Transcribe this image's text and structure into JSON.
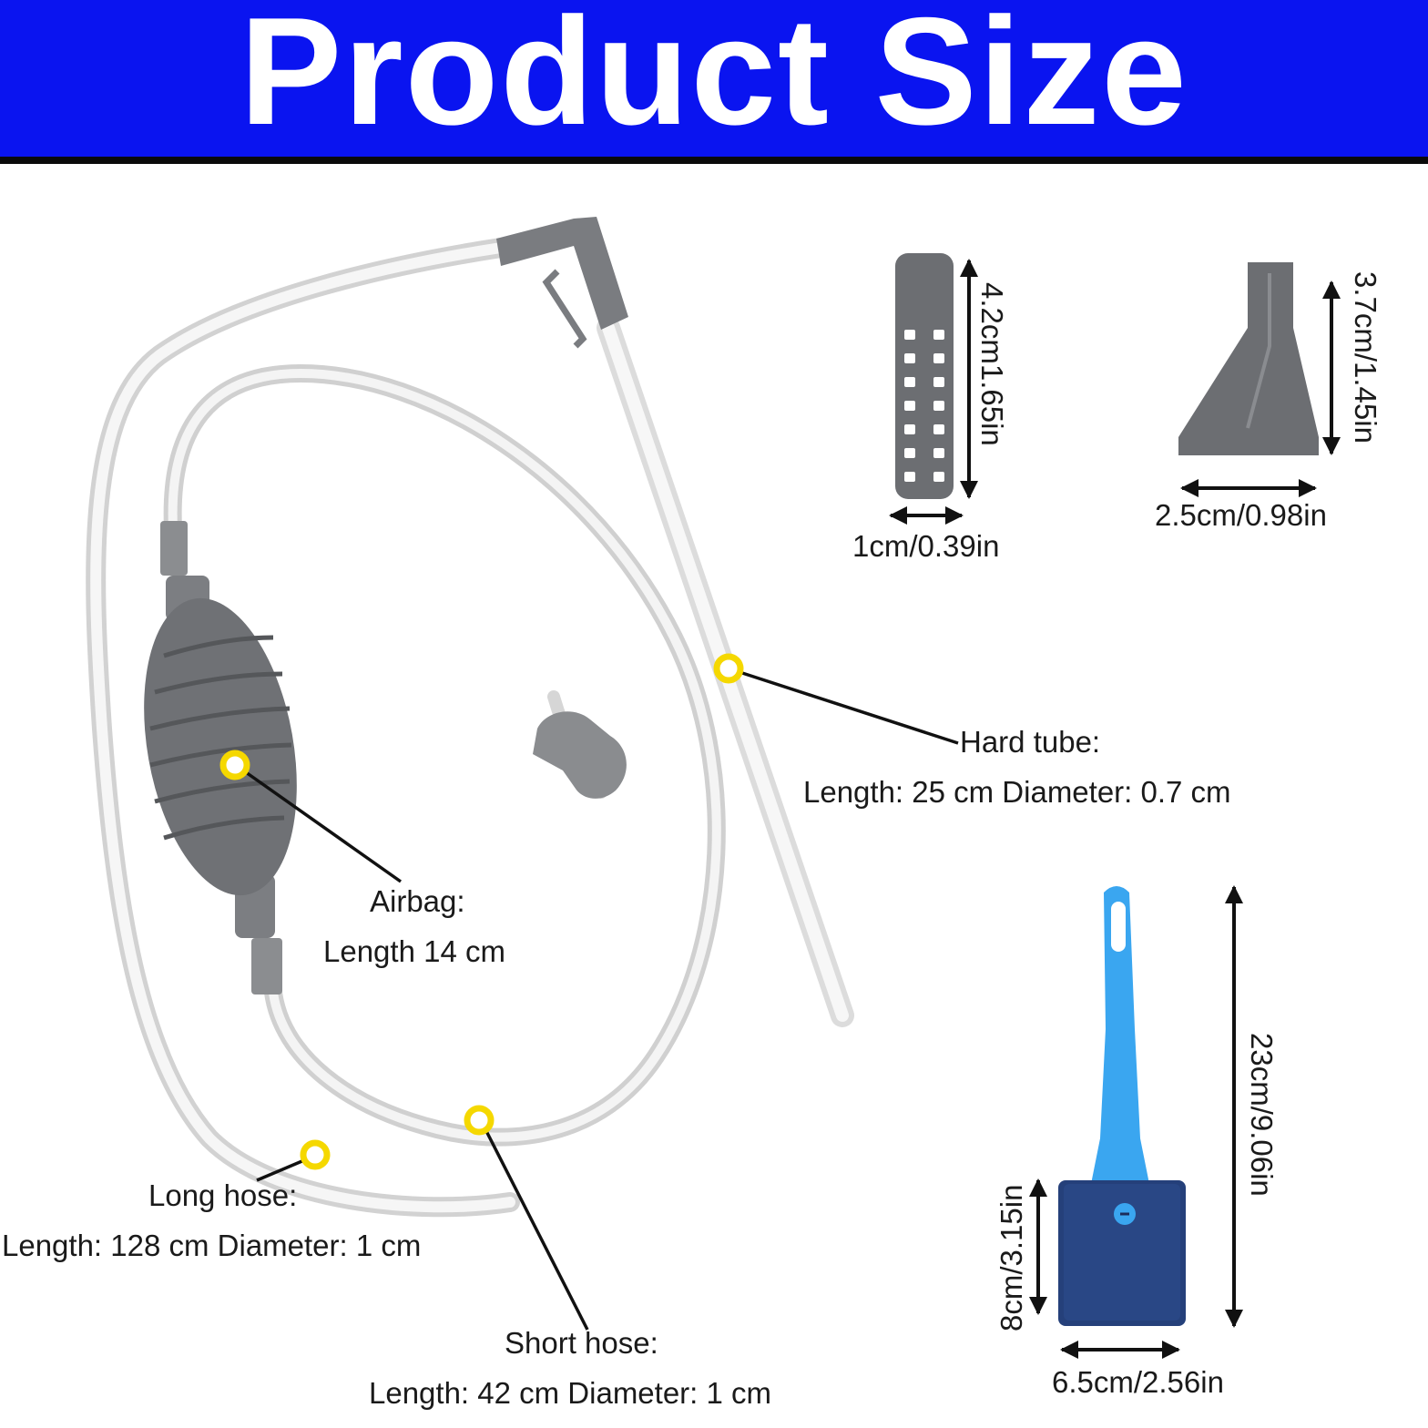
{
  "header": {
    "title": "Product Size"
  },
  "callouts": {
    "hard_tube": {
      "title": "Hard tube:",
      "spec": "Length: 25 cm Diameter: 0.7 cm"
    },
    "airbag": {
      "title": "Airbag:",
      "spec": "Length 14 cm"
    },
    "long_hose": {
      "title": "Long hose:",
      "spec": "Length: 128 cm Diameter: 1 cm"
    },
    "short_hose": {
      "title": "Short hose:",
      "spec": "Length: 42 cm Diameter: 1 cm"
    }
  },
  "dimensions": {
    "strainer_height": "4.2cm1.65in",
    "strainer_width": "1cm/0.39in",
    "nozzle_height": "3.7cm/1.45in",
    "nozzle_width": "2.5cm/0.98in",
    "brush_height": "23cm/9.06in",
    "sponge_height": "8cm/3.15in",
    "sponge_width": "6.5cm/2.56in"
  },
  "colors": {
    "banner": "#0a14f0",
    "marker": "#f5d800",
    "part_gray": "#6b6d70",
    "brush_blue": "#3aa6f0",
    "sponge_navy": "#25407a"
  }
}
